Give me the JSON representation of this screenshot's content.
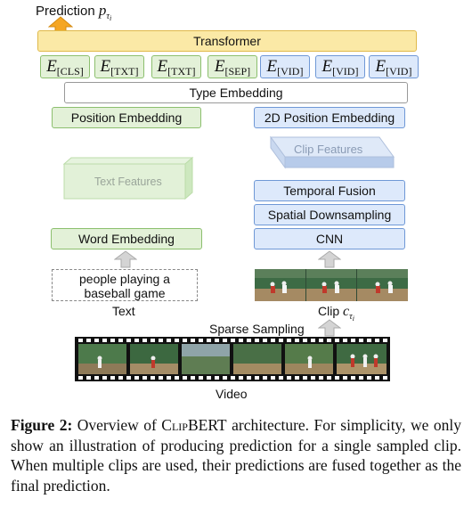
{
  "figure": {
    "prediction_label": "Prediction",
    "prediction_symbol": "p",
    "prediction_sub": "τ",
    "prediction_sub2": "i",
    "transformer": "Transformer",
    "embeddings": [
      {
        "letter": "E",
        "sub": "[CLS]"
      },
      {
        "letter": "E",
        "sub": "[TXT]"
      },
      {
        "letter": "E",
        "sub": "[TXT]"
      },
      {
        "letter": "E",
        "sub": "[SEP]"
      },
      {
        "letter": "E",
        "sub": "[VID]"
      },
      {
        "letter": "E",
        "sub": "[VID]"
      },
      {
        "letter": "E",
        "sub": "[VID]"
      }
    ],
    "type_embedding": "Type Embedding",
    "position_embedding": "Position Embedding",
    "position_embedding_2d": "2D Position Embedding",
    "clip_features": "Clip Features",
    "text_features": "Text Features",
    "temporal_fusion": "Temporal Fusion",
    "spatial_downsampling": "Spatial Downsampling",
    "word_embedding": "Word Embedding",
    "cnn": "CNN",
    "text_input_line1": "people playing a",
    "text_input_line2": "baseball game",
    "text_label": "Text",
    "clip_label": "Clip",
    "clip_symbol": "c",
    "sparse_sampling": "Sparse Sampling",
    "video_label": "Video"
  },
  "caption": {
    "figure_number": "Figure 2:",
    "part1": " Overview of ",
    "model_name": "ClipBERT",
    "part2": " architecture. For simplicity, we only show an illustration of producing prediction for a single sampled clip. When multiple clips are used, their predictions are fused together as the final prediction."
  },
  "colors": {
    "yellow": "#fbe9a6",
    "green": "#e3f1d8",
    "blue": "#dde9fb",
    "arrow_gray": "#c8c8c8"
  }
}
